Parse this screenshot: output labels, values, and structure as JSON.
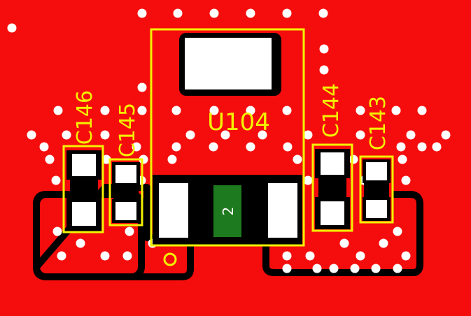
{
  "colors": {
    "copper": "#f50d0d",
    "silkscreen": "#f3f300",
    "pad": "#ffffff",
    "clearance": "#000000",
    "pad_mark": "#1e7a1e",
    "via": "#ffffff"
  },
  "labels": {
    "u104": "U104",
    "c146": "C146",
    "c145": "C145",
    "c144": "C144",
    "c143": "C143",
    "pin2": "2"
  }
}
